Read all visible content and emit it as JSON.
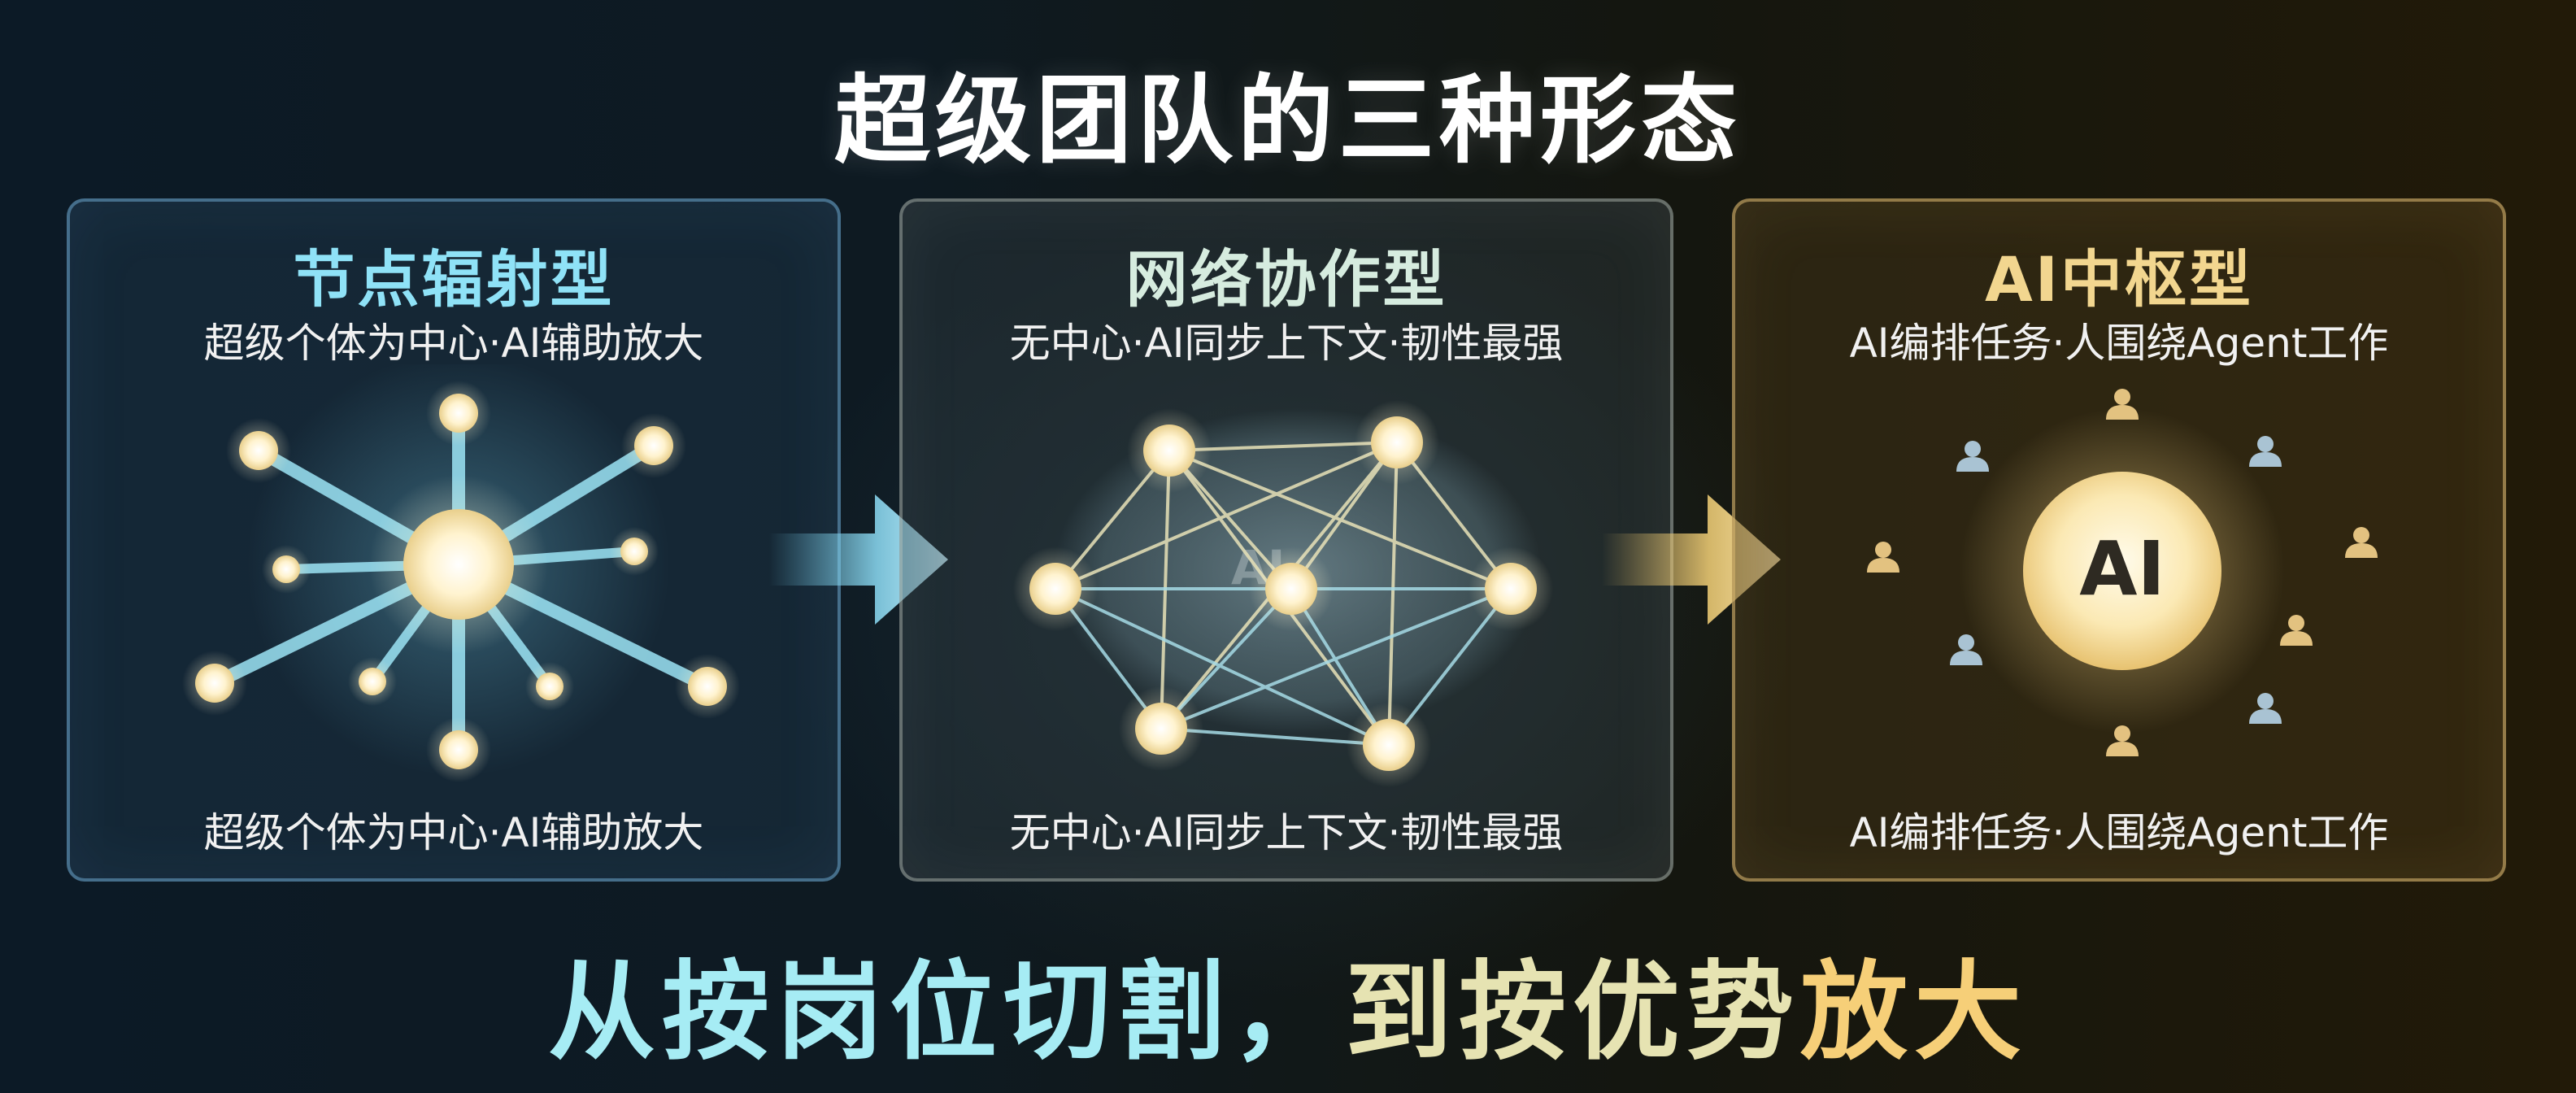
{
  "title": "超级团队的三种形态",
  "panels": [
    {
      "title": "节点辐射型",
      "subtitle": "超级个体为中心·AI辅助放大",
      "footer": "超级个体为中心·AI辅助放大",
      "accent": "#8fe2f7"
    },
    {
      "title": "网络协作型",
      "subtitle": "无中心·AI同步上下文·韧性最强",
      "footer": "无中心·AI同步上下文·韧性最强",
      "center_label": "AI",
      "accent": "#d6ecdf"
    },
    {
      "title": "AI中枢型",
      "subtitle": "AI编排任务·人围绕Agent工作",
      "footer": "AI编排任务·人围绕Agent工作",
      "center_label": "AI",
      "accent": "#f2d68f"
    }
  ],
  "slogan": {
    "part_a": "从按岗位切割，",
    "part_b": "到按优势",
    "part_c": "放大"
  },
  "icons": {
    "arrow_1": "arrow-right-icon",
    "arrow_2": "arrow-right-icon",
    "person": "person-icon"
  }
}
